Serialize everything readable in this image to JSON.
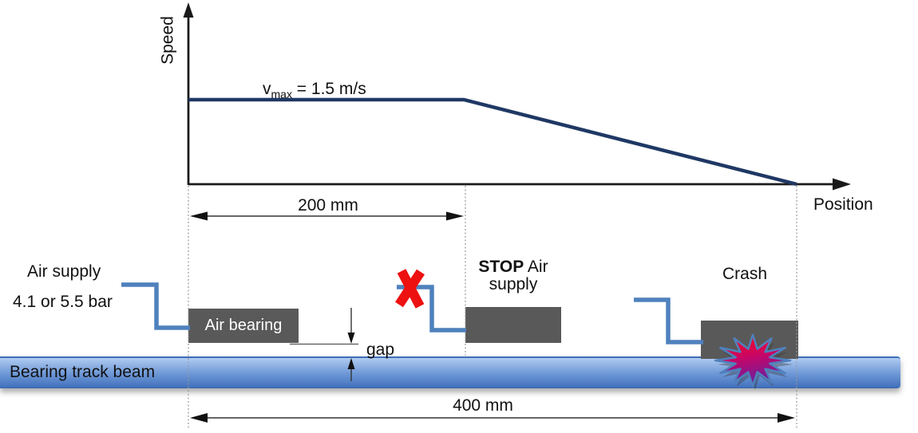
{
  "graph": {
    "y_axis_label": "Speed",
    "x_axis_label": "Position",
    "vmax": {
      "base": "v",
      "sub": "max",
      "value": " = 1.5 m/s"
    },
    "profile": [
      {
        "position_mm": 0,
        "speed": "vmax"
      },
      {
        "position_mm": 200,
        "speed": "vmax"
      },
      {
        "position_mm": 400,
        "speed": 0
      }
    ]
  },
  "dimensions": {
    "upper": "200 mm",
    "lower": "400 mm",
    "gap": "gap"
  },
  "supply": {
    "line1": "Air supply",
    "line2": "4.1 or 5.5 bar"
  },
  "stations": {
    "bearing_label": "Air bearing",
    "stop_bold": "STOP",
    "stop_rest": " Air",
    "stop_line2": "supply",
    "crash_label": "Crash"
  },
  "beam": {
    "label": "Bearing track beam"
  },
  "icons": {
    "no_supply": "x-mark-icon",
    "crash": "explosion-icon"
  },
  "colors": {
    "speed_line": "#1F3864",
    "pipe": "#4F81BD",
    "box": "#595959",
    "beam_light": "#AFCBF1",
    "beam_dark": "#4573BE",
    "x_mark": "#ED1111",
    "explosion_red": "#FF0D0D",
    "explosion_mid": "#C90565",
    "explosion_purple": "#6A1F9E"
  }
}
